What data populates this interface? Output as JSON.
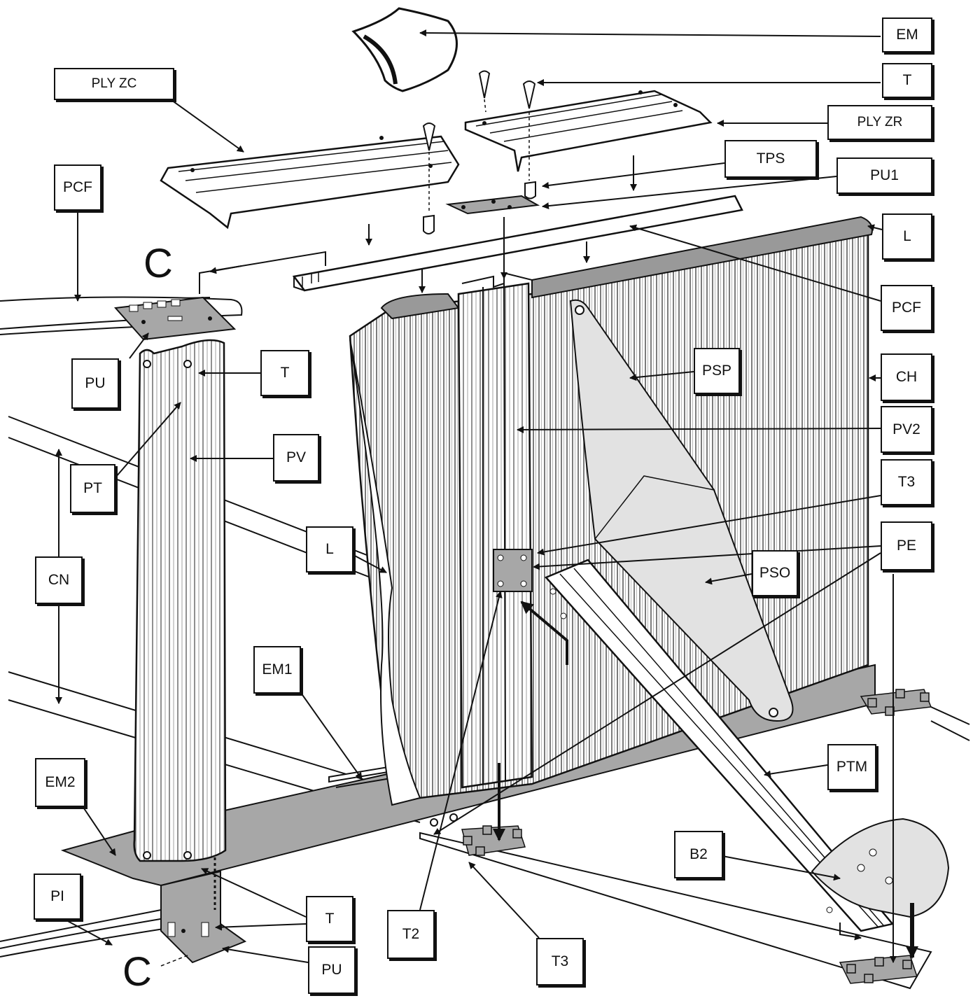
{
  "diagram": {
    "labels": {
      "em": "EM",
      "t_top": "T",
      "ply_zc": "PLY ZC",
      "ply_zr": "PLY ZR",
      "tps": "TPS",
      "pu1": "PU1",
      "pcf_left": "PCF",
      "l_right": "L",
      "pcf_right": "PCF",
      "pu_left": "PU",
      "t_left": "T",
      "psp": "PSP",
      "ch": "CH",
      "pv": "PV",
      "pt": "PT",
      "pv2": "PV2",
      "t3_right": "T3",
      "pe": "PE",
      "l_mid": "L",
      "pso": "PSO",
      "cn": "CN",
      "em1": "EM1",
      "ptm": "PTM",
      "em2": "EM2",
      "b2": "B2",
      "pi": "PI",
      "t_bottom": "T",
      "t2": "T2",
      "t3_bottom": "T3",
      "pu_bottom": "PU"
    },
    "section_marks": {
      "c_top": "C",
      "c_bottom": "C"
    },
    "colors": {
      "ink": "#111111",
      "steel_gray": "#a7a7a7",
      "pale_gray": "#e2e2e2",
      "paper": "#ffffff"
    }
  }
}
